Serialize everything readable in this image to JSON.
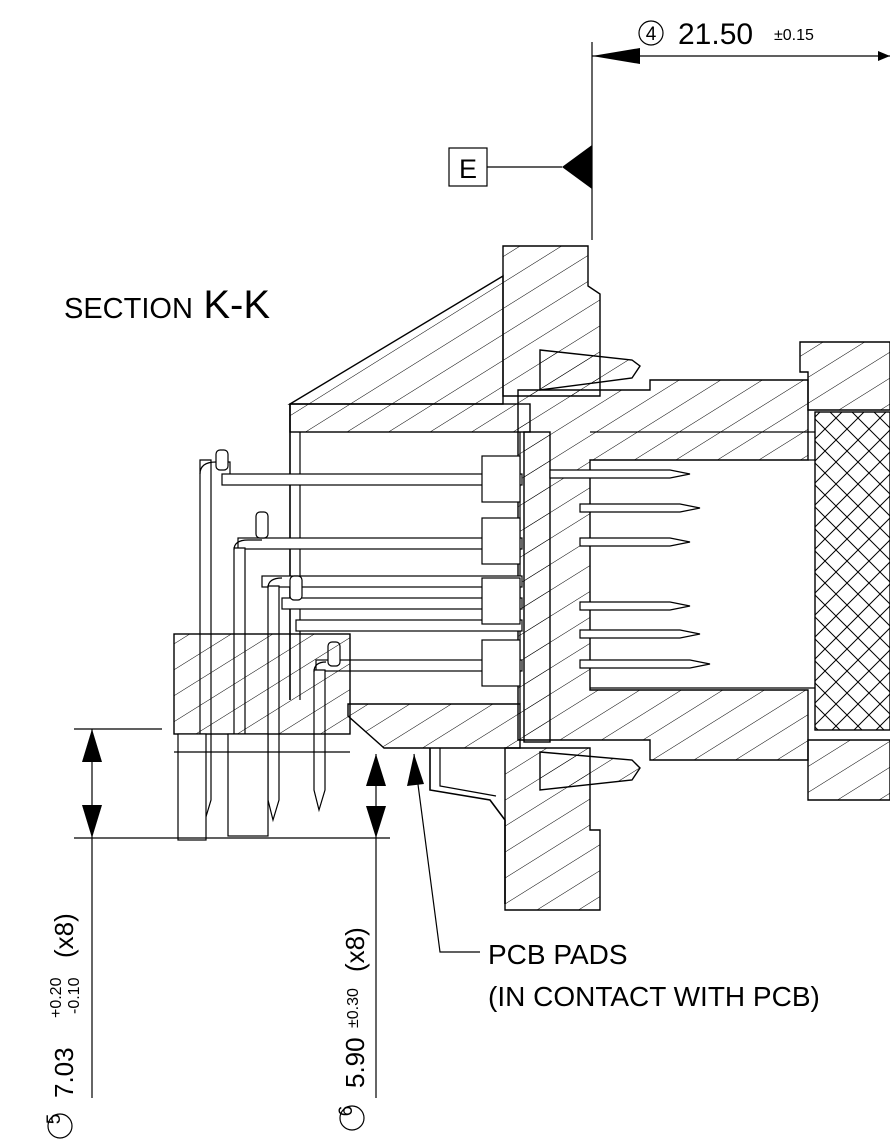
{
  "title": {
    "prefix": "SECTION",
    "id": "K-K"
  },
  "datum": {
    "label": "E"
  },
  "dimensions": [
    {
      "id": "dim-4",
      "balloon": "4",
      "value": "21.50",
      "tolerance": "±0.15"
    },
    {
      "id": "dim-5",
      "balloon": "5",
      "value": "7.03",
      "tolerance_upper": "+0.20",
      "tolerance_lower": "-0.10",
      "multiplier": "(x8)"
    },
    {
      "id": "dim-6",
      "balloon": "6",
      "value": "5.90",
      "tolerance": "±0.30",
      "multiplier": "(x8)"
    }
  ],
  "callout": {
    "line1": "PCB PADS",
    "line2": "(IN CONTACT WITH PCB)"
  }
}
